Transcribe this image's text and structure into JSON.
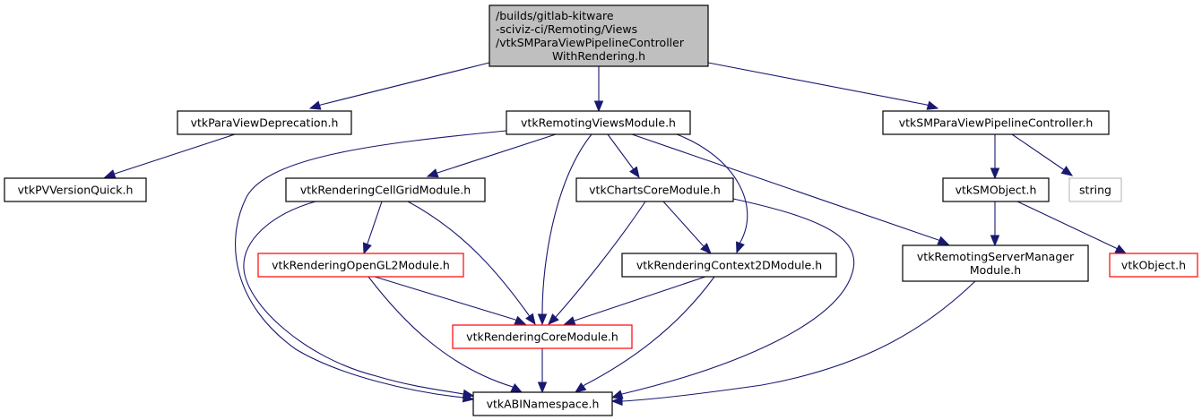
{
  "diagram": {
    "type": "include-dependency-graph",
    "colors": {
      "edge": "#191970",
      "root_fill": "#bfbfbf",
      "node_fill": "#ffffff",
      "node_border": "#000000",
      "truncated_border": "#ff0000",
      "external_border": "#bfbfbf"
    },
    "nodes": [
      {
        "id": "root",
        "kind": "root",
        "lines": [
          "/builds/gitlab-kitware",
          "-sciviz-ci/Remoting/Views",
          "/vtkSMParaViewPipelineController",
          "WithRendering.h"
        ]
      },
      {
        "id": "deprecation",
        "kind": "normal",
        "lines": [
          "vtkParaViewDeprecation.h"
        ]
      },
      {
        "id": "remotingviews",
        "kind": "normal",
        "lines": [
          "vtkRemotingViewsModule.h"
        ]
      },
      {
        "id": "pipelinecontroller",
        "kind": "normal",
        "lines": [
          "vtkSMParaViewPipelineController.h"
        ]
      },
      {
        "id": "pvversion",
        "kind": "normal",
        "lines": [
          "vtkPVVersionQuick.h"
        ]
      },
      {
        "id": "cellgrid",
        "kind": "normal",
        "lines": [
          "vtkRenderingCellGridModule.h"
        ]
      },
      {
        "id": "chartscore",
        "kind": "normal",
        "lines": [
          "vtkChartsCoreModule.h"
        ]
      },
      {
        "id": "smobject",
        "kind": "normal",
        "lines": [
          "vtkSMObject.h"
        ]
      },
      {
        "id": "string",
        "kind": "external",
        "lines": [
          "string"
        ]
      },
      {
        "id": "opengl2",
        "kind": "truncated",
        "lines": [
          "vtkRenderingOpenGL2Module.h"
        ]
      },
      {
        "id": "context2d",
        "kind": "normal",
        "lines": [
          "vtkRenderingContext2DModule.h"
        ]
      },
      {
        "id": "servermanager",
        "kind": "normal",
        "lines": [
          "vtkRemotingServerManager",
          "Module.h"
        ]
      },
      {
        "id": "vtkobject",
        "kind": "truncated",
        "lines": [
          "vtkObject.h"
        ]
      },
      {
        "id": "renderingcore",
        "kind": "truncated",
        "lines": [
          "vtkRenderingCoreModule.h"
        ]
      },
      {
        "id": "abinamespace",
        "kind": "normal",
        "lines": [
          "vtkABINamespace.h"
        ]
      }
    ],
    "edges": [
      {
        "from": "root",
        "to": "deprecation"
      },
      {
        "from": "root",
        "to": "remotingviews"
      },
      {
        "from": "root",
        "to": "pipelinecontroller"
      },
      {
        "from": "deprecation",
        "to": "pvversion"
      },
      {
        "from": "remotingviews",
        "to": "cellgrid"
      },
      {
        "from": "remotingviews",
        "to": "chartscore"
      },
      {
        "from": "remotingviews",
        "to": "context2d"
      },
      {
        "from": "remotingviews",
        "to": "renderingcore"
      },
      {
        "from": "remotingviews",
        "to": "servermanager"
      },
      {
        "from": "remotingviews",
        "to": "abinamespace"
      },
      {
        "from": "pipelinecontroller",
        "to": "smobject"
      },
      {
        "from": "pipelinecontroller",
        "to": "string"
      },
      {
        "from": "cellgrid",
        "to": "opengl2"
      },
      {
        "from": "cellgrid",
        "to": "renderingcore"
      },
      {
        "from": "cellgrid",
        "to": "abinamespace"
      },
      {
        "from": "chartscore",
        "to": "context2d"
      },
      {
        "from": "chartscore",
        "to": "renderingcore"
      },
      {
        "from": "chartscore",
        "to": "abinamespace"
      },
      {
        "from": "smobject",
        "to": "servermanager"
      },
      {
        "from": "smobject",
        "to": "vtkobject"
      },
      {
        "from": "opengl2",
        "to": "renderingcore"
      },
      {
        "from": "opengl2",
        "to": "abinamespace"
      },
      {
        "from": "context2d",
        "to": "renderingcore"
      },
      {
        "from": "context2d",
        "to": "abinamespace"
      },
      {
        "from": "renderingcore",
        "to": "abinamespace"
      },
      {
        "from": "servermanager",
        "to": "abinamespace"
      }
    ]
  }
}
